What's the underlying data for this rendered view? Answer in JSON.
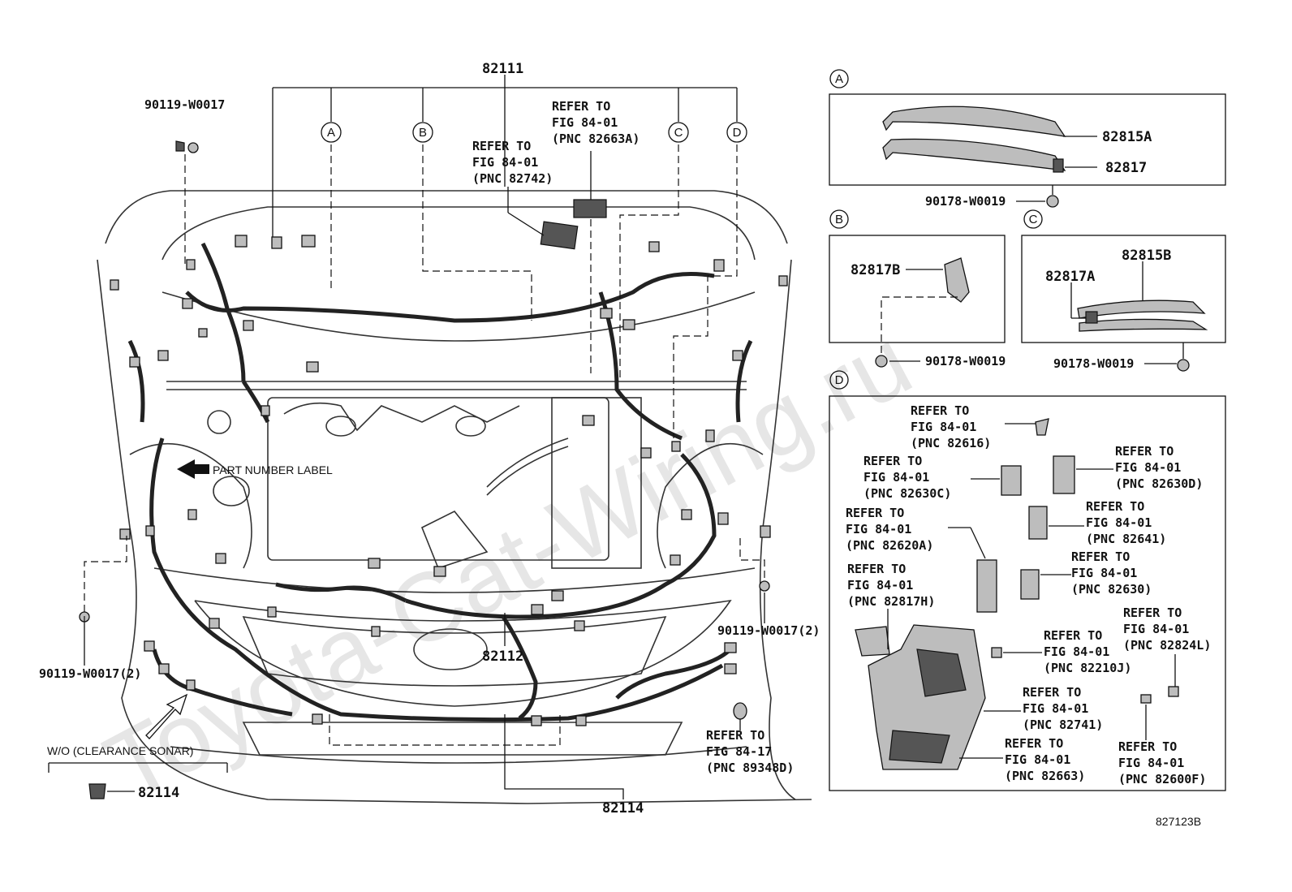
{
  "watermark": "Toyota-Cat-Wiring.ru",
  "diagram_code": "827123B",
  "callouts": {
    "p82111": "82111",
    "p82112": "82112",
    "p82114_bottom": "82114",
    "p82114_wo": "82114",
    "p90119_top": "90119-W0017",
    "p90119_left": "90119-W0017(2)",
    "p90119_right": "90119-W0017(2)",
    "part_label": "PART NUMBER LABEL",
    "wo_sonar": "W/O (CLEARANCE SONAR)"
  },
  "refer_main": {
    "r1": [
      "REFER TO",
      "FIG 84-01",
      "(PNC 82663A)"
    ],
    "r2": [
      "REFER TO",
      "FIG 84-01",
      "(PNC 82742)"
    ],
    "r3": [
      "REFER TO",
      "FIG 84-17",
      "(PNC 89348D)"
    ]
  },
  "circles": {
    "a": "A",
    "b": "B",
    "c": "C",
    "d": "D"
  },
  "panel_a": {
    "tag": "A",
    "p1": "82815A",
    "p2": "82817",
    "p3": "90178-W0019"
  },
  "panel_b": {
    "tag": "B",
    "p1": "82817B",
    "p2": "90178-W0019"
  },
  "panel_c": {
    "tag": "C",
    "p1": "82815B",
    "p2": "82817A",
    "p3": "90178-W0019"
  },
  "panel_d": {
    "tag": "D",
    "refs": [
      [
        "REFER TO",
        "FIG 84-01",
        "(PNC 82616)"
      ],
      [
        "REFER TO",
        "FIG 84-01",
        "(PNC 82630C)"
      ],
      [
        "REFER TO",
        "FIG 84-01",
        "(PNC 82630D)"
      ],
      [
        "REFER TO",
        "FIG 84-01",
        "(PNC 82620A)"
      ],
      [
        "REFER TO",
        "FIG 84-01",
        "(PNC 82641)"
      ],
      [
        "REFER TO",
        "FIG 84-01",
        "(PNC 82817H)"
      ],
      [
        "REFER TO",
        "FIG 84-01",
        "(PNC 82630)"
      ],
      [
        "REFER TO",
        "FIG 84-01",
        "(PNC 82824L)"
      ],
      [
        "REFER TO",
        "FIG 84-01",
        "(PNC 82210J)"
      ],
      [
        "REFER TO",
        "FIG 84-01",
        "(PNC 82741)"
      ],
      [
        "REFER TO",
        "FIG 84-01",
        "(PNC 82663)"
      ],
      [
        "REFER TO",
        "FIG 84-01",
        "(PNC 82600F)"
      ]
    ]
  }
}
